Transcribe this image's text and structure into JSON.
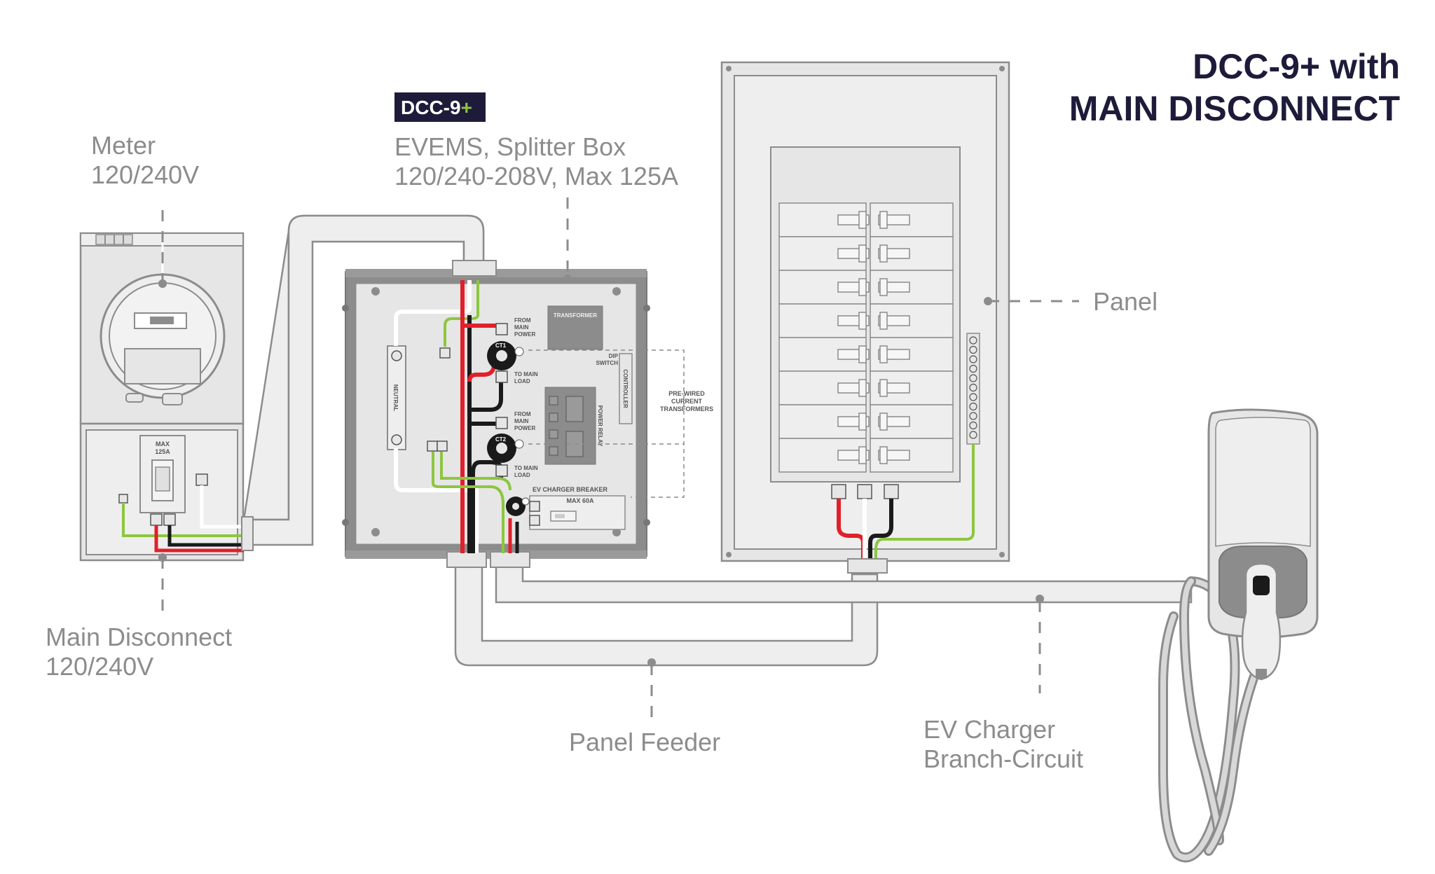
{
  "title": {
    "line1": "DCC-9+ with",
    "line2": "MAIN DISCONNECT"
  },
  "badge": {
    "text": "DCC-9",
    "plus": "+",
    "bg_color": "#1e1b3a",
    "plus_color": "#8dc63f"
  },
  "labels": {
    "meter_line1": "Meter",
    "meter_line2": "120/240V",
    "evems_line1": "EVEMS, Splitter Box",
    "evems_line2": "120/240-208V, Max 125A",
    "panel": "Panel",
    "main_disconnect_line1": "Main Disconnect",
    "main_disconnect_line2": "120/240V",
    "panel_feeder": "Panel Feeder",
    "ev_charger_line1": "EV Charger",
    "ev_charger_line2": "Branch-Circuit"
  },
  "box_text": {
    "max_125a_line1": "MAX",
    "max_125a_line2": "125A",
    "transformer": "TRANSFORMER",
    "from_main_power_1": [
      "FROM",
      "MAIN",
      "POWER"
    ],
    "to_main_load_1": [
      "TO MAIN",
      "LOAD"
    ],
    "from_main_power_2": [
      "FROM",
      "MAIN",
      "POWER"
    ],
    "to_main_load_2": [
      "TO MAIN",
      "LOAD"
    ],
    "dip_switch": [
      "DIP",
      "SWITCH"
    ],
    "controller": "CONTROLLER",
    "power_relay": "POWER RELAY",
    "neutral": "NEUTRAL",
    "prewired": [
      "PRE-WIRED",
      "CURRENT",
      "TRANSFORMERS"
    ],
    "ev_charger_breaker": "EV CHARGER BREAKER",
    "max_60a": "MAX 60A",
    "ct1": "CT1",
    "ct2": "CT2"
  },
  "colors": {
    "hot_red": "#e0202a",
    "hot_black": "#1a1a1a",
    "ground_green": "#8dc63f",
    "neutral_white": "#ffffff"
  }
}
